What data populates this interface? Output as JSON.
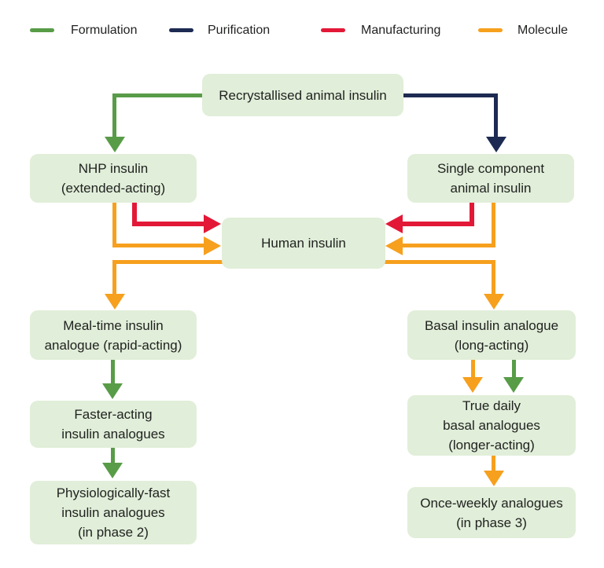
{
  "palette": {
    "formulation_green": "#589c48",
    "purification_navy": "#1d2a52",
    "manufacturing_red": "#e31837",
    "molecule_orange": "#f6a01e",
    "node_fill": "#e1eed9",
    "text": "#1f211f",
    "background": "#ffffff"
  },
  "legend": {
    "items": [
      {
        "label": "Formulation",
        "color": "#589c48"
      },
      {
        "label": "Purification",
        "color": "#1d2a52"
      },
      {
        "label": "Manufacturing",
        "color": "#e31837"
      },
      {
        "label": "Molecule",
        "color": "#f6a01e"
      }
    ]
  },
  "nodes": {
    "recrystallised": {
      "label": "Recrystallised animal insulin"
    },
    "nhp": {
      "label": "NHP insulin\n(extended-acting)"
    },
    "single_component": {
      "label": "Single component\nanimal insulin"
    },
    "human": {
      "label": "Human insulin"
    },
    "meal_time": {
      "label": "Meal-time insulin\nanalogue (rapid-acting)"
    },
    "faster_acting": {
      "label": "Faster-acting\ninsulin analogues"
    },
    "physiologically_fast": {
      "label": "Physiologically-fast\ninsulin analogues\n(in phase 2)"
    },
    "basal": {
      "label": "Basal insulin analogue\n(long-acting)"
    },
    "true_daily": {
      "label": "True daily\nbasal analogues\n(longer-acting)"
    },
    "once_weekly": {
      "label": "Once-weekly analogues\n(in phase 3)"
    }
  },
  "edges": [
    {
      "from": "recrystallised_animal_insulin",
      "to": "nhp_insulin",
      "type": "Formulation"
    },
    {
      "from": "recrystallised_animal_insulin",
      "to": "single_component_animal_insulin",
      "type": "Purification"
    },
    {
      "from": "nhp_insulin",
      "to": "human_insulin",
      "type": "Manufacturing"
    },
    {
      "from": "nhp_insulin",
      "to": "human_insulin",
      "type": "Molecule"
    },
    {
      "from": "single_component_animal_insulin",
      "to": "human_insulin",
      "type": "Manufacturing"
    },
    {
      "from": "single_component_animal_insulin",
      "to": "human_insulin",
      "type": "Molecule"
    },
    {
      "from": "human_insulin",
      "to": "meal_time_insulin_analogue",
      "type": "Molecule"
    },
    {
      "from": "human_insulin",
      "to": "basal_insulin_analogue",
      "type": "Molecule"
    },
    {
      "from": "meal_time_insulin_analogue",
      "to": "faster_acting_insulin_analogues",
      "type": "Formulation"
    },
    {
      "from": "faster_acting_insulin_analogues",
      "to": "physiologically_fast_insulin_analogues",
      "type": "Formulation"
    },
    {
      "from": "basal_insulin_analogue",
      "to": "true_daily_basal_analogues",
      "type": "Molecule"
    },
    {
      "from": "basal_insulin_analogue",
      "to": "true_daily_basal_analogues",
      "type": "Formulation"
    },
    {
      "from": "true_daily_basal_analogues",
      "to": "once_weekly_analogues",
      "type": "Molecule"
    }
  ]
}
